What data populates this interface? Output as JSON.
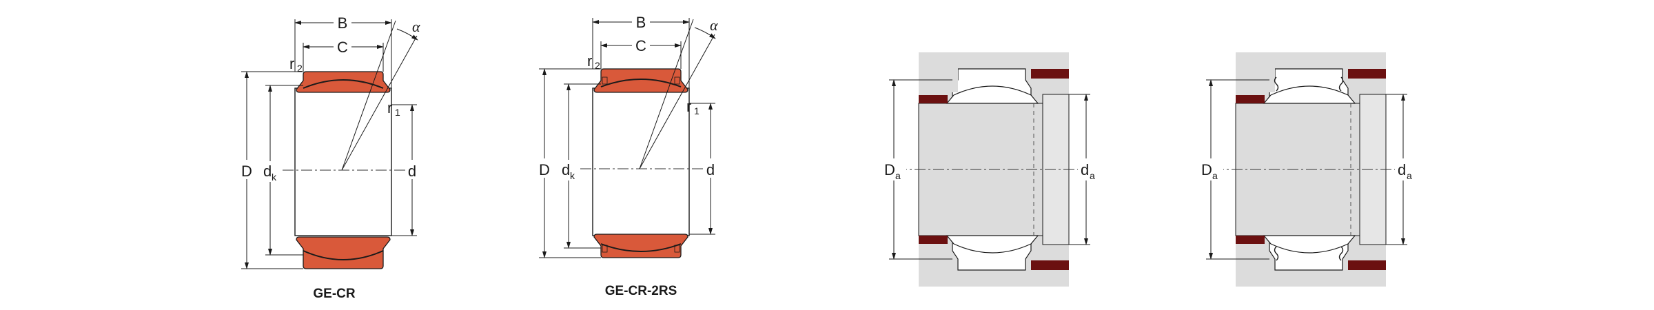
{
  "figures": [
    {
      "caption": "GE-CR",
      "labels": {
        "B": "B",
        "C": "C",
        "alpha": "α",
        "r2": "r",
        "r2_sub": "2",
        "r1": "r",
        "r1_sub": "1",
        "D": "D",
        "dk": "d",
        "dk_sub": "k",
        "d": "d"
      }
    },
    {
      "caption": "GE-CR-2RS",
      "labels": {
        "B": "B",
        "C": "C",
        "alpha": "α",
        "r2": "r",
        "r2_sub": "2",
        "r1": "r",
        "r1_sub": "1",
        "D": "D",
        "dk": "d",
        "dk_sub": "k",
        "d": "d"
      }
    },
    {
      "caption": "",
      "labels": {
        "Da": "D",
        "Da_sub": "a",
        "da": "d",
        "da_sub": "a"
      }
    },
    {
      "caption": "",
      "labels": {
        "Da": "D",
        "Da_sub": "a",
        "da": "d",
        "da_sub": "a"
      }
    }
  ],
  "colors": {
    "outer_ring": "#d9593a",
    "housing": "#dcdcdc",
    "seal": "#6b1010"
  }
}
